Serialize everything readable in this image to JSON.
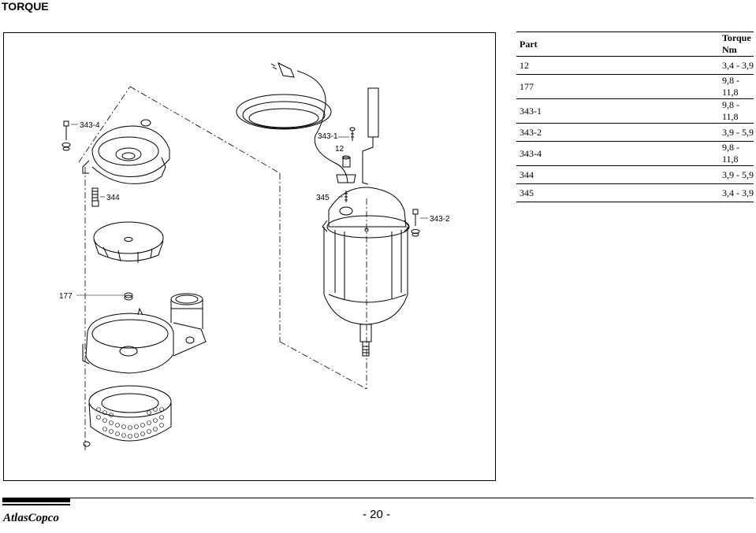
{
  "header": {
    "title": "TORQUE"
  },
  "callouts": {
    "c343_4": "343-4",
    "c344": "344",
    "c343_1": "343-1",
    "c12": "12",
    "c345": "345",
    "c343_2": "343-2",
    "c177": "177"
  },
  "torque_table": {
    "headers": [
      "Part",
      "Torque Nm"
    ],
    "rows": [
      [
        "12",
        "3,4 - 3,9"
      ],
      [
        "177",
        "9,8 - 11,8"
      ],
      [
        "343-1",
        "9,8 - 11,8"
      ],
      [
        "343-2",
        "3,9 - 5,9"
      ],
      [
        "343-4",
        "9,8 - 11,8"
      ],
      [
        "344",
        "3,9 - 5,9"
      ],
      [
        "345",
        "3,4 - 3,9"
      ]
    ]
  },
  "footer": {
    "brand": "AtlasCopco",
    "page_number": "- 20 -"
  }
}
